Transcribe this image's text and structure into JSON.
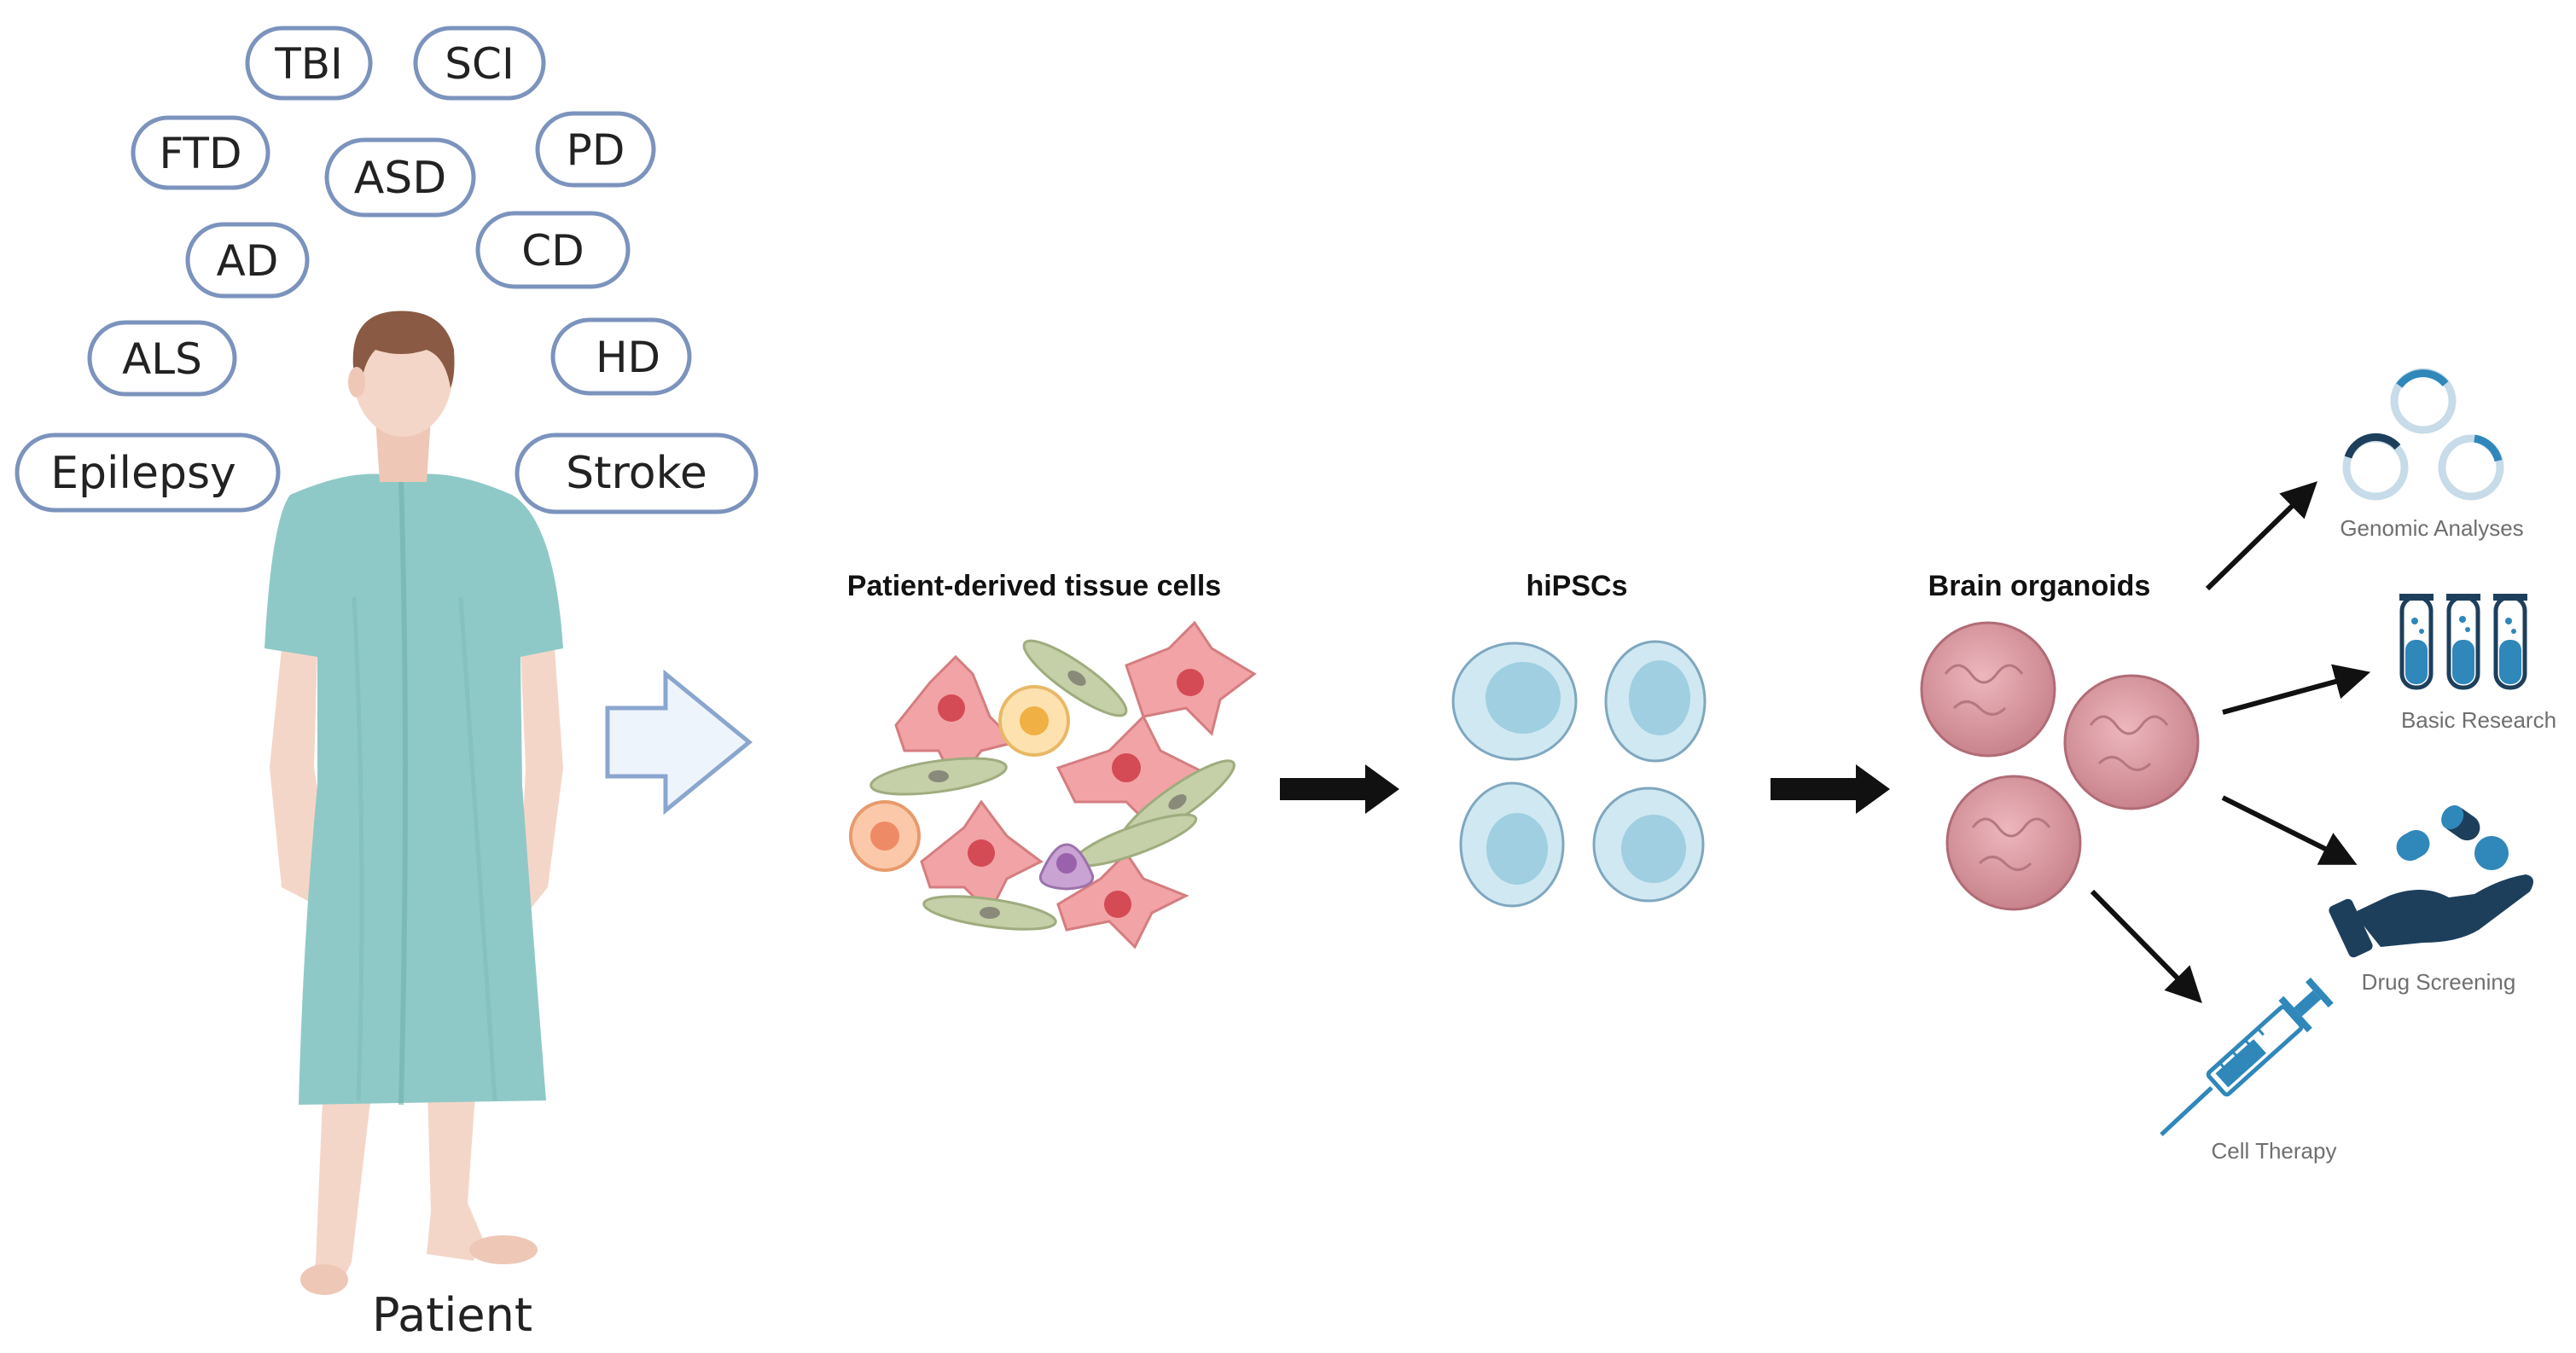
{
  "diseases": [
    "TBI",
    "SCI",
    "FTD",
    "ASD",
    "PD",
    "AD",
    "CD",
    "ALS",
    "HD",
    "Epilepsy",
    "Stroke"
  ],
  "patient_label": "Patient",
  "stages": {
    "tissue": "Patient-derived tissue cells",
    "hipsc": "hiPSCs",
    "organoids": "Brain organoids"
  },
  "applications": {
    "genomic": "Genomic Analyses",
    "basic": "Basic Research",
    "drug": "Drug Screening",
    "cell": "Cell Therapy"
  },
  "colors": {
    "pill_border": "#7b93bd",
    "gown": "#8fc9c7",
    "skin": "#f4d6c8",
    "hair": "#8a5a44",
    "organoid": "#d99aa2",
    "hipsc": "#cfe8f2",
    "icon_blue": "#2f87ba",
    "icon_navy": "#1d3f5c"
  }
}
